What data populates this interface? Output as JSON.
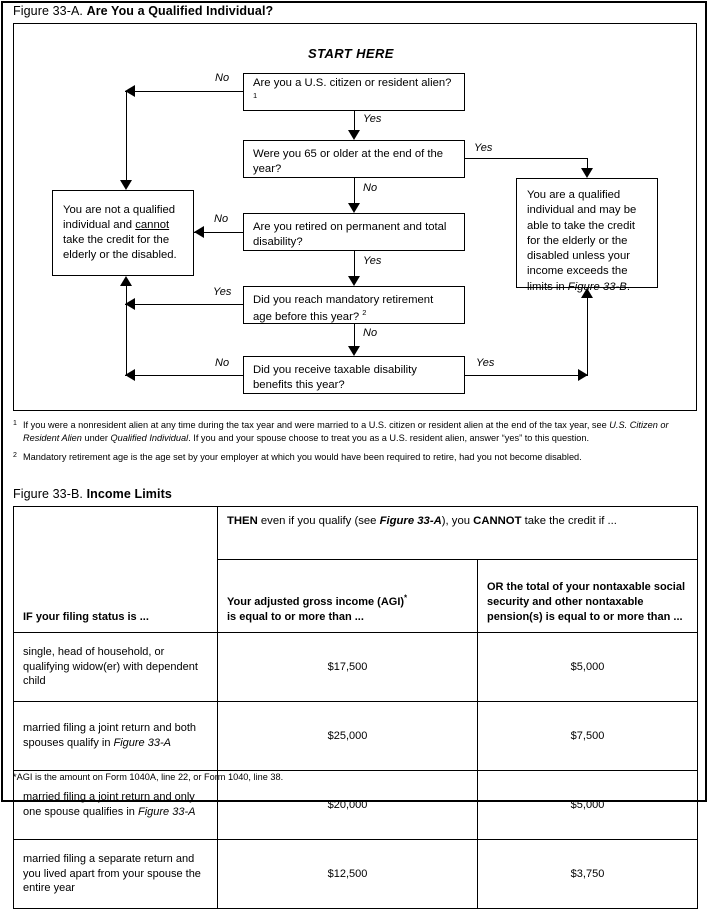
{
  "figure_a": {
    "title_lead": "Figure 33-A.",
    "title_bold": "Are You a Qualified Individual?",
    "start_here": "START HERE",
    "boxes": {
      "q1": "Are you a U.S. citizen or resident alien? ",
      "q1_sup": "1",
      "q2": "Were you 65 or older at the end of the year?",
      "q3": "Are you retired on permanent and total disability?",
      "q4": "Did you reach mandatory retirement age before this year? ",
      "q4_sup": "2",
      "q5": "Did you receive taxable disability benefits this year?",
      "not_qualified_part1": "You are not a qualified individual and ",
      "not_qualified_underline": "cannot",
      "not_qualified_part2": " take the credit for the elderly or the disabled.",
      "qualified_part1": "You are a qualified individual and may be able to take the credit for the elderly or the disabled unless your income exceeds the limits in ",
      "qualified_figref": "Figure 33-B",
      "qualified_part2": "."
    },
    "edge_labels": {
      "q1_no": "No",
      "q1_yes": "Yes",
      "q2_yes": "Yes",
      "q2_no": "No",
      "q3_no": "No",
      "q3_yes": "Yes",
      "q4_yes": "Yes",
      "q4_no": "No",
      "q5_no": "No",
      "q5_yes": "Yes"
    },
    "footnotes": [
      {
        "mark": "1",
        "part1": "If you were a nonresident alien at any time during the tax year and were married to a U.S. citizen or resident alien at the end of the tax year, see ",
        "italic1": "U.S. Citizen or Resident Alien",
        "part2": " under ",
        "italic2": "Qualified Individual",
        "part3": ". If you and your spouse choose to treat you as a U.S. resident alien, answer “yes” to this question."
      },
      {
        "mark": "2",
        "part1": "Mandatory retirement age is the age set by your employer at which you would have been required to retire, had you not become disabled.",
        "italic1": "",
        "part2": "",
        "italic2": "",
        "part3": ""
      }
    ]
  },
  "figure_b": {
    "title_lead": "Figure 33-B.",
    "title_bold": "Income Limits",
    "header_span_part1": "THEN",
    "header_span_part2": " even if you qualify (see ",
    "header_span_figref": "Figure 33-A",
    "header_span_part3": "), you ",
    "header_span_part4": "CANNOT",
    "header_span_part5": " take the credit if ...",
    "col_headers": {
      "filing_status": "IF your filing status is ...",
      "agi": "Your adjusted gross income (AGI)",
      "agi_sup": "*",
      "agi_line2": "is equal to or more than ...",
      "nontaxable": "OR the total of your nontaxable social security and other nontaxable pension(s) is equal to or more than ..."
    },
    "rows": [
      {
        "status_part1": "single, head of household, or qualifying widow(er) with dependent child",
        "status_italic": "",
        "status_part2": "",
        "agi": "$17,500",
        "nontaxable": "$5,000"
      },
      {
        "status_part1": "married filing a joint return and both spouses qualify in ",
        "status_italic": "Figure 33-A",
        "status_part2": "",
        "agi": "$25,000",
        "nontaxable": "$7,500"
      },
      {
        "status_part1": "married filing a joint return and only one spouse qualifies in ",
        "status_italic": "Figure 33-A",
        "status_part2": "",
        "agi": "$20,000",
        "nontaxable": "$5,000"
      },
      {
        "status_part1": "married filing a separate return and you lived apart from your spouse the entire year",
        "status_italic": "",
        "status_part2": "",
        "agi": "$12,500",
        "nontaxable": "$3,750"
      }
    ],
    "footnote": "*AGI is the amount on Form 1040A, line 22, or Form 1040, line 38."
  }
}
